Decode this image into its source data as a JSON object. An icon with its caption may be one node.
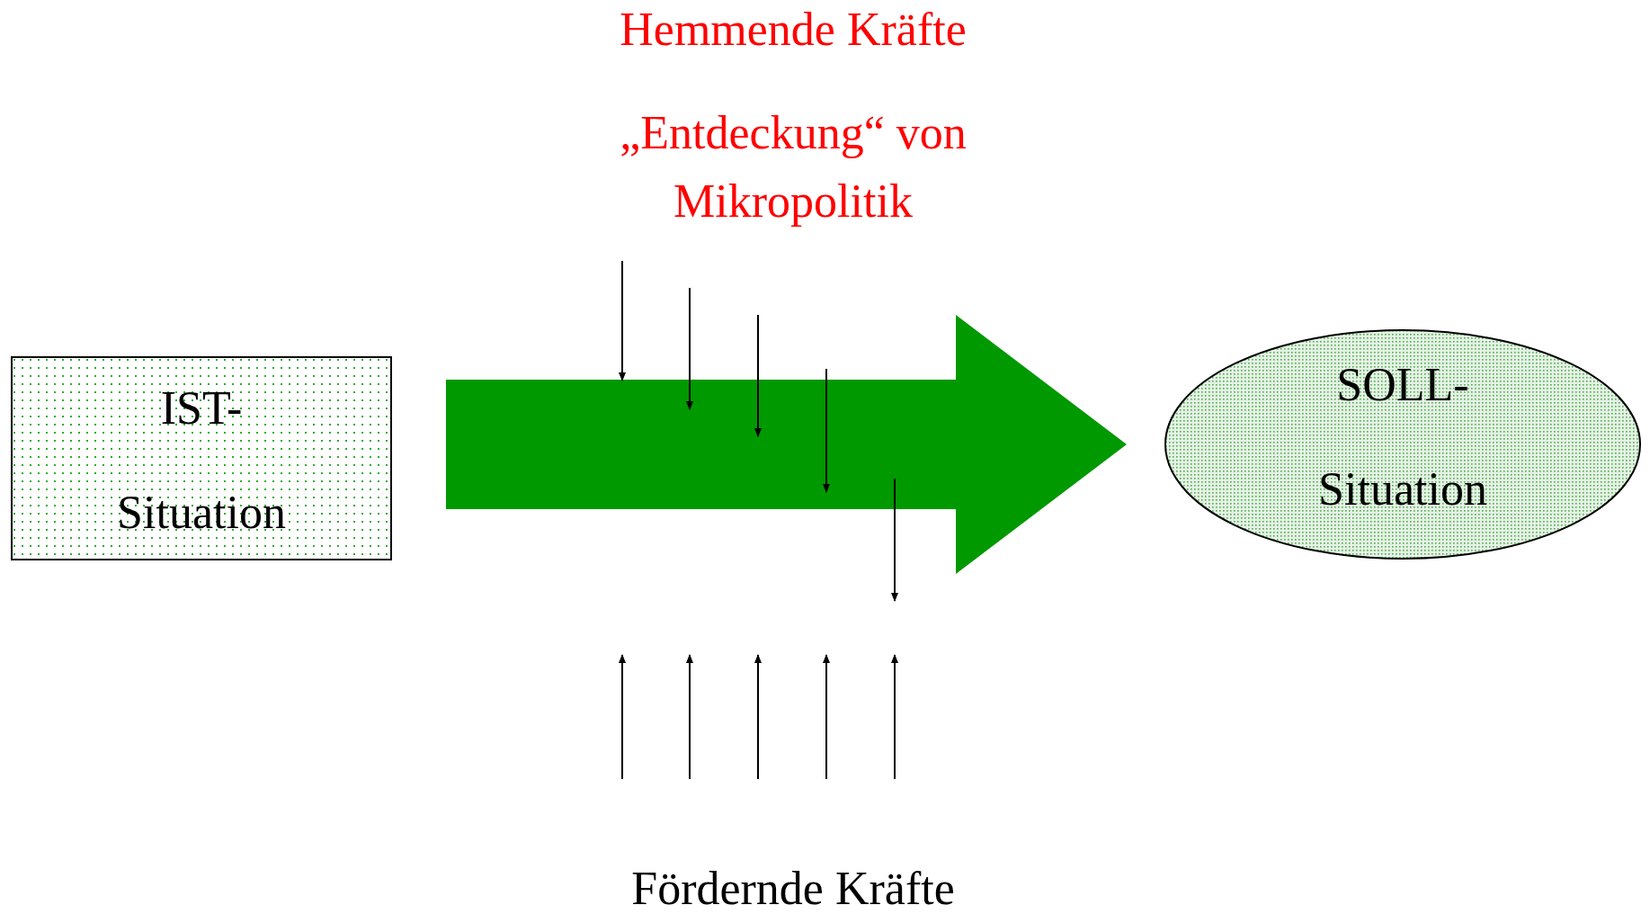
{
  "diagram": {
    "nodes": [
      {
        "text": [
          "IST- Situation"
        ]
      },
      {
        "text": [
          "SOLL- Situation"
        ]
      }
    ],
    "edges": [
      {
        "from": 0,
        "to": 1,
        "arrow": "to",
        "style": "thick",
        "color": "#009900"
      }
    ],
    "labels": [
      "Hemmende Kräfte",
      "„Entdeckung“ von Mikropolitik",
      "Fördernde Kräfte"
    ]
  }
}
